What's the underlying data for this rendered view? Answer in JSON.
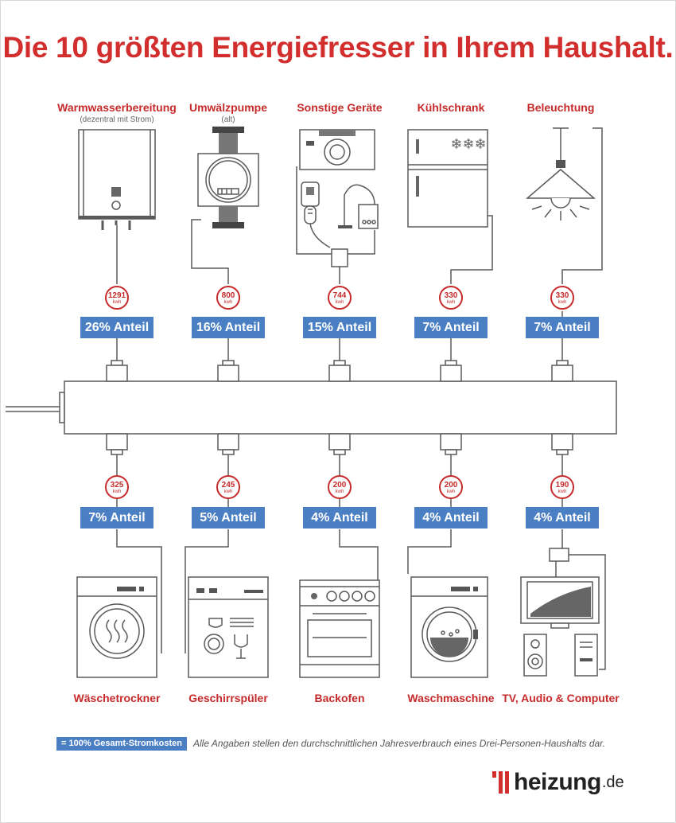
{
  "title": "Die 10 größten Energiefresser in Ihrem Haushalt.",
  "top_devices": [
    {
      "name": "Warmwasserbereitung",
      "sub": "(dezentral mit Strom)",
      "kwh": "1291",
      "unit": "kwh",
      "share": "26% Anteil",
      "icon": "water-heater-icon"
    },
    {
      "name": "Umwälzpumpe",
      "sub": "(alt)",
      "kwh": "800",
      "unit": "kwh",
      "share": "16% Anteil",
      "icon": "circulation-pump-icon"
    },
    {
      "name": "Sonstige Geräte",
      "sub": "",
      "kwh": "744",
      "unit": "kwh",
      "share": "15% Anteil",
      "icon": "misc-devices-icon"
    },
    {
      "name": "Kühlschrank",
      "sub": "",
      "kwh": "330",
      "unit": "kwh",
      "share": "7% Anteil",
      "icon": "fridge-icon"
    },
    {
      "name": "Beleuchtung",
      "sub": "",
      "kwh": "330",
      "unit": "kwh",
      "share": "7% Anteil",
      "icon": "lamp-icon"
    }
  ],
  "bottom_devices": [
    {
      "name": "Wäschetrockner",
      "kwh": "325",
      "unit": "kwh",
      "share": "7% Anteil",
      "icon": "dryer-icon"
    },
    {
      "name": "Geschirrspüler",
      "kwh": "245",
      "unit": "kwh",
      "share": "5% Anteil",
      "icon": "dishwasher-icon"
    },
    {
      "name": "Backofen",
      "kwh": "200",
      "unit": "kwh",
      "share": "4% Anteil",
      "icon": "oven-icon"
    },
    {
      "name": "Waschmaschine",
      "kwh": "200",
      "unit": "kwh",
      "share": "4% Anteil",
      "icon": "washing-machine-icon"
    },
    {
      "name": "TV, Audio & Computer",
      "kwh": "190",
      "unit": "kwh",
      "share": "4% Anteil",
      "icon": "tv-audio-computer-icon"
    }
  ],
  "legend": {
    "box": "= 100% Gesamt-Stromkosten",
    "note": "Alle Angaben stellen den durchschnittlichen Jahresverbrauch eines Drei-Personen-Haushalts dar."
  },
  "logo": {
    "word": "heizung",
    "tld": ".de"
  },
  "colors": {
    "accent_red": "#d22e2e",
    "share_blue": "#4a7fc3",
    "line_gray": "#5a5a5a"
  }
}
